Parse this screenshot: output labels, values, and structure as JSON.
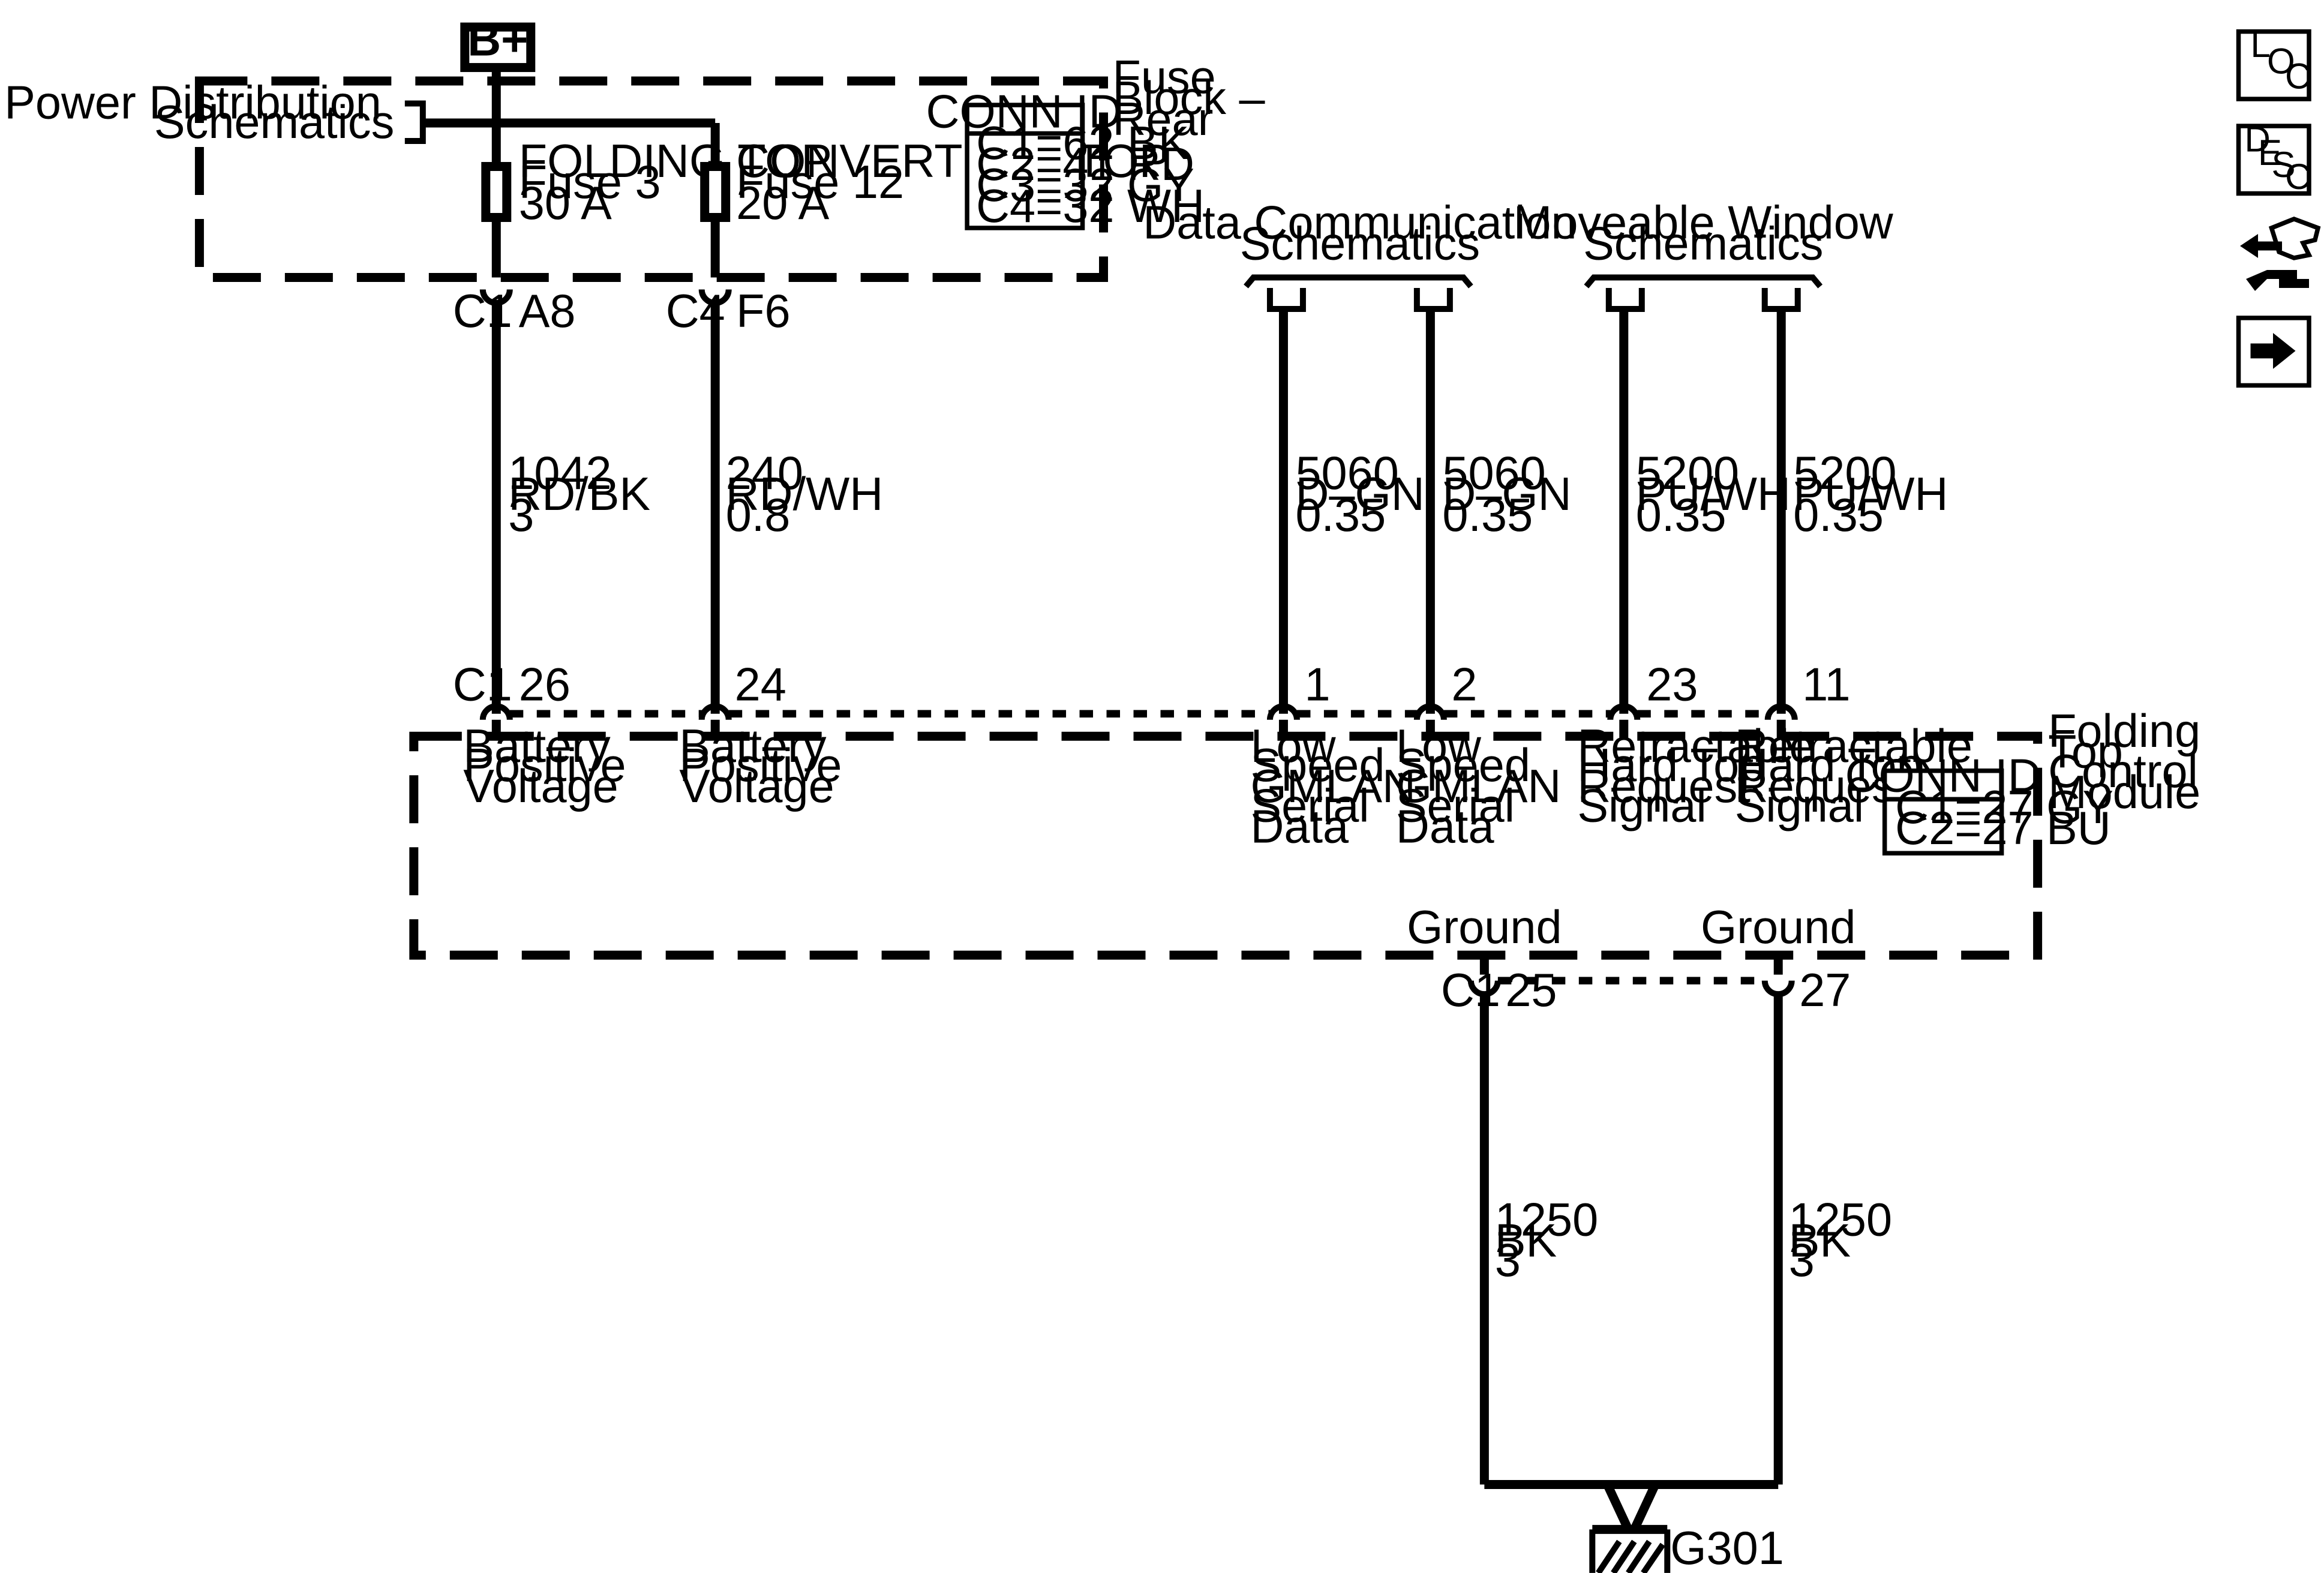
{
  "power_source": "B+",
  "fuse_block": {
    "title": [
      "Fuse",
      "Block –",
      "Rear"
    ],
    "reference": [
      "Power Distribution",
      "Schematics"
    ],
    "conn_id": {
      "heading": "CONN ID",
      "rows": [
        "C1=62 BK",
        "C2=41 RD",
        "C3=32 GY",
        "C4=32 WH"
      ]
    },
    "fuses": [
      {
        "lines": [
          "FOLDING TOP",
          "Fuse 3",
          "30 A"
        ]
      },
      {
        "lines": [
          "CONVERTIBLE TOP",
          "Fuse 12",
          "20 A"
        ]
      }
    ]
  },
  "wires": [
    {
      "lines": [
        "1042",
        "RD/BK",
        "3"
      ],
      "top_conn": "C1",
      "top_pin": "A8",
      "bottom_conn": "C1",
      "bottom_pin": "26",
      "function": [
        "Battery",
        "Positive",
        "Voltage"
      ]
    },
    {
      "lines": [
        "240",
        "RD/WH",
        "0.8"
      ],
      "top_conn": "C4",
      "top_pin": "F6",
      "bottom_conn": "",
      "bottom_pin": "24",
      "function": [
        "Battery",
        "Positive",
        "Voltage"
      ]
    },
    {
      "lines": [
        "5060",
        "D–GN",
        "0.35"
      ],
      "bottom_pin": "1",
      "function": [
        "Low",
        "Speed",
        "GMLAN",
        "Serial",
        "Data"
      ]
    },
    {
      "lines": [
        "5060",
        "D–GN",
        "0.35"
      ],
      "bottom_pin": "2",
      "function": [
        "Low",
        "Speed",
        "GMLAN",
        "Serial",
        "Data"
      ]
    },
    {
      "lines": [
        "5200",
        "PU/WH",
        "0.35"
      ],
      "bottom_pin": "23",
      "function": [
        "Retractable",
        "Hard Top",
        "Request",
        "Signal"
      ]
    },
    {
      "lines": [
        "5200",
        "PU/WH",
        "0.35"
      ],
      "bottom_pin": "11",
      "function": [
        "Retractable",
        "Hard Top",
        "Request",
        "Signal"
      ]
    }
  ],
  "references": [
    {
      "lines": [
        "Data Communication",
        "Schematics"
      ]
    },
    {
      "lines": [
        "Moveable Window",
        "Schematics"
      ]
    }
  ],
  "module": {
    "title": [
      "Folding",
      "Top",
      "Control",
      "Module"
    ],
    "conn_id": {
      "heading": "CONN ID",
      "rows": [
        "C1=27 GY",
        "C2=27 BU"
      ]
    }
  },
  "grounds": [
    {
      "label": "Ground",
      "conn": "C1",
      "pin": "25",
      "lines": [
        "1250",
        "BK",
        "3"
      ]
    },
    {
      "label": "Ground",
      "conn": "",
      "pin": "27",
      "lines": [
        "1250",
        "BK",
        "3"
      ]
    }
  ],
  "ground_point": "G301",
  "nav_icons": [
    {
      "name": "location-icon",
      "letters": [
        "L",
        "O",
        "C"
      ]
    },
    {
      "name": "description-icon",
      "letters": [
        "D",
        "E",
        "S",
        "C"
      ]
    },
    {
      "name": "diagnostic-hand-icon"
    },
    {
      "name": "next-arrow-icon"
    }
  ]
}
